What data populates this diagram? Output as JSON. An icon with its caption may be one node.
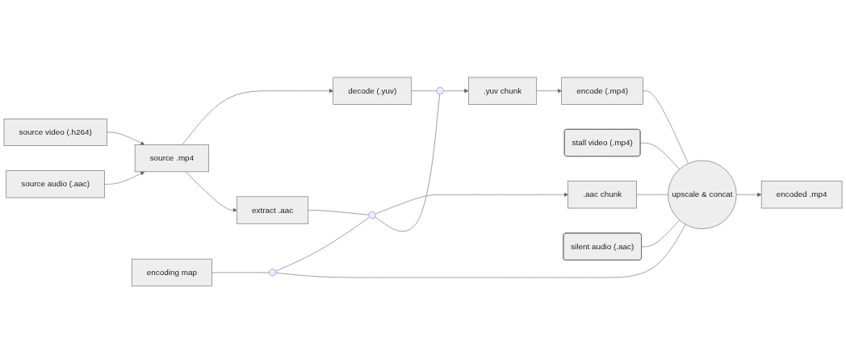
{
  "diagram": {
    "nodes": [
      {
        "text": [
          "source video (.h264)"
        ]
      },
      {
        "text": [
          "encode (.mp4)"
        ]
      },
      {
        "text": [
          "stall video (.mp4)"
        ]
      },
      {
        "text": [
          "source .mp4"
        ]
      },
      {
        "text": [
          "decode (.yuv)"
        ]
      },
      {
        "text": [
          ".yuv chunk"
        ]
      },
      {
        "text": [
          "upscale & concat"
        ]
      },
      {
        "text": [
          "encoded .mp4"
        ]
      },
      {
        "text": [
          "extract .aac"
        ]
      },
      {
        "text": [
          ".aac chunk"
        ]
      },
      {
        "text": [
          "source audio (.aac)"
        ]
      },
      {
        "text": [
          "encoding map"
        ]
      },
      {
        "text": [
          "silent audio (.aac)"
        ]
      },
      {
        "text": [],
        "shape": "circle"
      },
      {
        "text": [],
        "shape": "circle"
      },
      {
        "text": [],
        "shape": "circle"
      }
    ],
    "edges": [
      {
        "from": 0,
        "to": 3,
        "arrow": "to"
      },
      {
        "from": 10,
        "to": 3,
        "arrow": "to"
      },
      {
        "from": 3,
        "to": 4,
        "arrow": "to"
      },
      {
        "from": 3,
        "to": 8,
        "arrow": "to"
      },
      {
        "from": 4,
        "to": 13,
        "arrow": "none"
      },
      {
        "from": 13,
        "to": 5,
        "arrow": "to"
      },
      {
        "from": 8,
        "to": 14,
        "arrow": "none"
      },
      {
        "from": 14,
        "to": 9,
        "arrow": "to"
      },
      {
        "from": 11,
        "to": 15,
        "arrow": "none"
      },
      {
        "from": 15,
        "to": 14,
        "arrow": "none"
      },
      {
        "from": 14,
        "to": 13,
        "arrow": "none"
      },
      {
        "from": 15,
        "to": 6,
        "arrow": "none"
      },
      {
        "from": 5,
        "to": 1,
        "arrow": "to"
      },
      {
        "from": 1,
        "to": 6,
        "arrow": "none"
      },
      {
        "from": 2,
        "to": 6,
        "arrow": "none"
      },
      {
        "from": 9,
        "to": 6,
        "arrow": "none"
      },
      {
        "from": 12,
        "to": 6,
        "arrow": "none"
      },
      {
        "from": 6,
        "to": 7,
        "arrow": "to"
      }
    ]
  }
}
